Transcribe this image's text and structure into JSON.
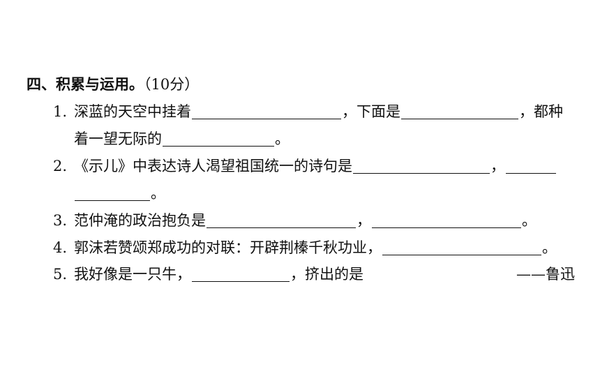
{
  "section": {
    "heading": "四、积累与运用。",
    "score": "（10分）"
  },
  "q1": {
    "num": "1.",
    "a": "深蓝的天空中挂着",
    "b": "，下面是",
    "c": "，都种",
    "d": "着一望无际的",
    "e": "。"
  },
  "q2": {
    "num": "2.",
    "a": "《示儿》中表达诗人渴望祖国统一的诗句是",
    "b": "，",
    "c": "。"
  },
  "q3": {
    "num": "3.",
    "a": "范仲淹的政治抱负是",
    "b": "，",
    "c": "。"
  },
  "q4": {
    "num": "4.",
    "a": "郭沫若赞颂郑成功的对联：开辟荆榛千秋功业，",
    "b": "。"
  },
  "q5": {
    "num": "5.",
    "a": "我好像是一只牛，",
    "b": "，挤出的是",
    "c": "——鲁迅"
  }
}
